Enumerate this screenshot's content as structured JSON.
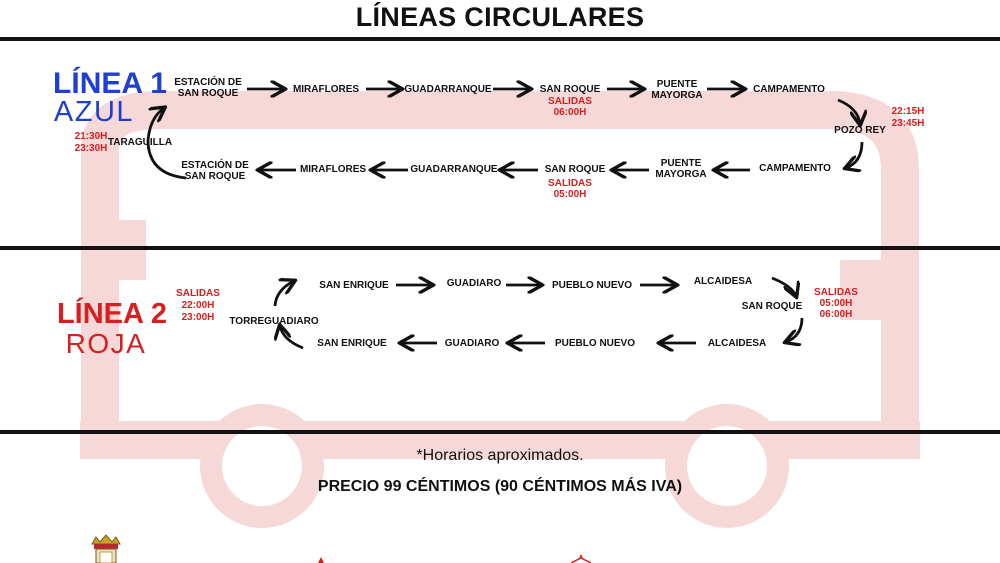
{
  "title": "LÍNEAS CIRCULARES",
  "colors": {
    "blue": "#1f3fd0",
    "red": "#d81e1e",
    "bus_outline": "#f6d8d8",
    "text": "#111111"
  },
  "line1": {
    "name": "LÍNEA 1",
    "color_name": "AZUL",
    "top_stops": [
      "ESTACIÓN DE\nSAN ROQUE",
      "MIRAFLORES",
      "GUADARRANQUE",
      "SAN ROQUE",
      "PUENTE\nMAYORGA",
      "CAMPAMENTO"
    ],
    "top_departure_label": "SALIDAS",
    "top_departure_time": "06:00H",
    "turn_stop": "POZO REY",
    "turn_times": [
      "22:15H",
      "23:45H"
    ],
    "bottom_stops": [
      "CAMPAMENTO",
      "PUENTE\nMAYORGA",
      "SAN ROQUE",
      "GUADARRANQUE",
      "MIRAFLORES",
      "ESTACIÓN DE\nSAN ROQUE"
    ],
    "bottom_departure_label": "SALIDAS",
    "bottom_departure_time": "05:00H",
    "return_stop": "TARAGUILLA",
    "return_times": [
      "21:30H",
      "23:30H"
    ]
  },
  "line2": {
    "name": "LÍNEA 2",
    "color_name": "ROJA",
    "start_label": "SALIDAS",
    "start_times": [
      "22:00H",
      "23:00H"
    ],
    "return_stop": "TORREGUADIARO",
    "top_stops": [
      "SAN ENRIQUE",
      "GUADIARO",
      "PUEBLO NUEVO",
      "ALCAIDESA"
    ],
    "turn_stop": "SAN ROQUE",
    "turn_label": "SALIDAS",
    "turn_times": [
      "05:00H",
      "06:00H"
    ],
    "bottom_stops": [
      "ALCAIDESA",
      "PUEBLO NUEVO",
      "GUADIARO",
      "SAN ENRIQUE"
    ]
  },
  "footnote": "*Horarios aproximados.",
  "price": "PRECIO 99 CÉNTIMOS (90 CÉNTIMOS MÁS IVA)",
  "logos": [
    "crest-icon",
    "partial-logo-icon",
    "partial-emblem-icon"
  ]
}
